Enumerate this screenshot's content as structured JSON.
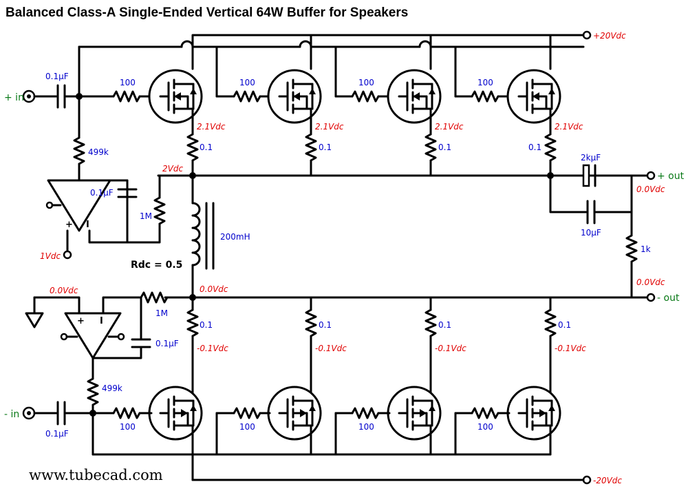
{
  "title": "Balanced Class-A Single-Ended Vertical 64W Buffer for Speakers",
  "website": "www.tubecad.com",
  "supplies": {
    "positive": "+20Vdc",
    "negative": "-20Vdc"
  },
  "ports": {
    "in_plus": "+ in",
    "in_minus": "- in",
    "out_plus": "+ out",
    "out_minus": "- out"
  },
  "components": {
    "input_cap_top": "0.1µF",
    "input_cap_bottom": "0.1µF",
    "bias_res_top": "499k",
    "bias_res_bottom": "499k",
    "opamp_cap_top": "0.1µF",
    "opamp_cap_bottom": "0.1µF",
    "feedback_res_top": "1M",
    "feedback_res_bottom": "1M",
    "inductor": "200mH",
    "inductor_rdc": "Rdc = 0.5",
    "output_cap": "2kµF",
    "bypass_cap": "10µF",
    "load_res": "1k",
    "gate_res_top": [
      "100",
      "100",
      "100",
      "100"
    ],
    "gate_res_bottom": [
      "100",
      "100",
      "100",
      "100"
    ],
    "source_res_top": [
      "0.1",
      "0.1",
      "0.1",
      "0.1"
    ],
    "source_res_bottom": [
      "0.1",
      "0.1",
      "0.1",
      "0.1"
    ]
  },
  "voltages": {
    "source_top": [
      "2.1Vdc",
      "2.1Vdc",
      "2.1Vdc",
      "2.1Vdc"
    ],
    "source_bottom": [
      "-0.1Vdc",
      "-0.1Vdc",
      "-0.1Vdc",
      "-0.1Vdc"
    ],
    "top_rail": "2Vdc",
    "bottom_rail": "0.0Vdc",
    "opamp_top_ref": "1Vdc",
    "opamp_bottom_ref": "0.0Vdc",
    "out_plus": "0.0Vdc",
    "out_minus": "0.0Vdc"
  },
  "colors": {
    "values": "#0000cc",
    "voltages": "#e00000",
    "ports": "#0a7a18"
  }
}
